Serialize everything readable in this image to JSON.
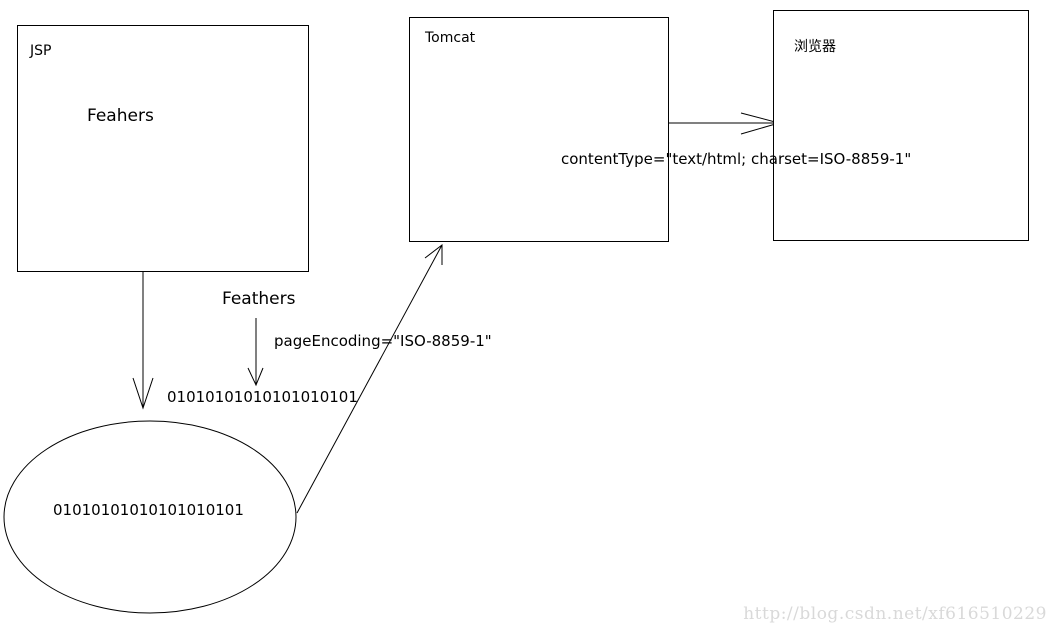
{
  "jsp": {
    "title": "JSP",
    "text": "Feahers"
  },
  "tomcat": {
    "title": "Tomcat"
  },
  "browser": {
    "title": "浏览器"
  },
  "labels": {
    "feathers": "Feathers",
    "page_encoding": "pageEncoding=\"ISO-8859-1\"",
    "binary_top": "01010101010101010101",
    "binary_ellipse": "01010101010101010101",
    "content_type": "contentType=\"text/html; charset=ISO-8859-1\""
  },
  "watermark": "http://blog.csdn.net/xf616510229",
  "colors": {
    "stroke": "#000000",
    "watermark": "#d9d9d9"
  }
}
